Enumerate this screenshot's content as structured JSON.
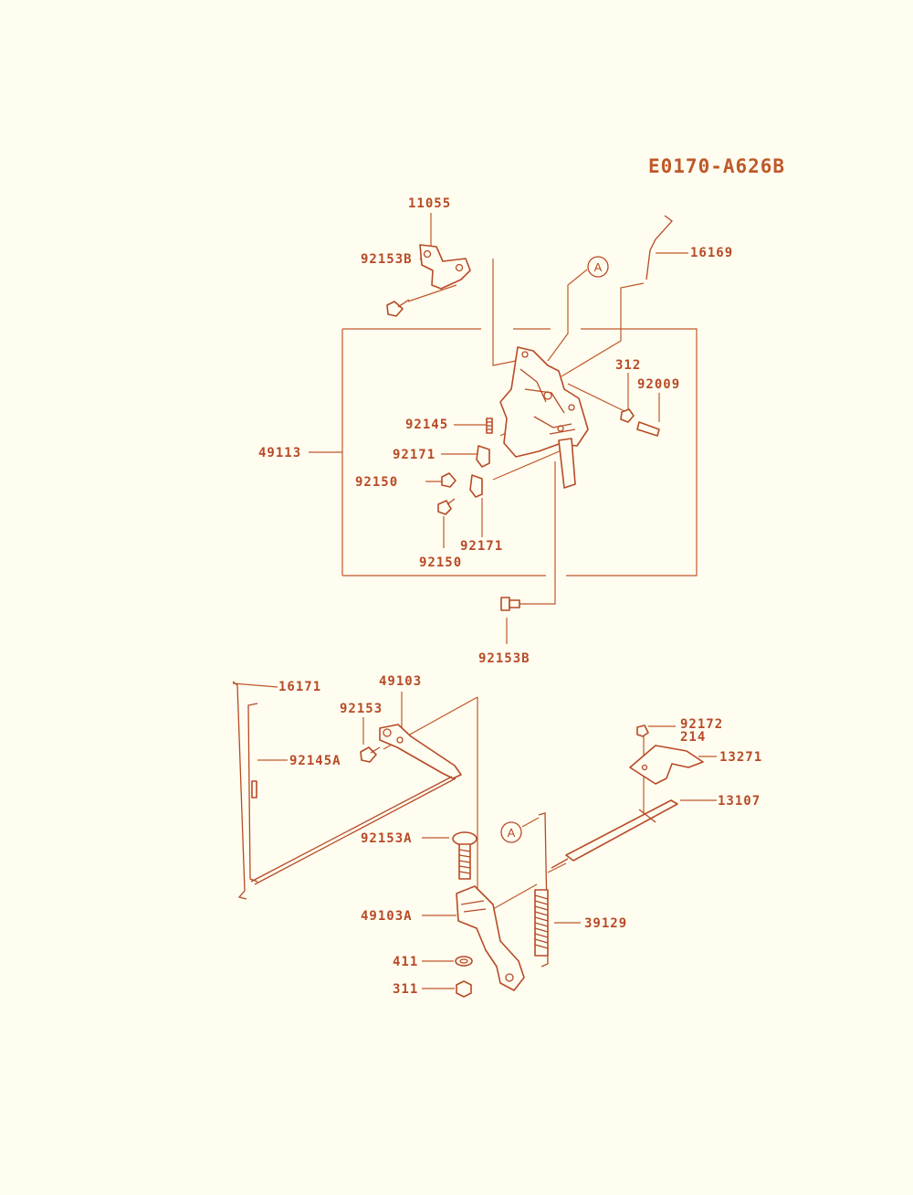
{
  "diagram_code": "E0170-A626B",
  "part_labels": {
    "p11055": "11055",
    "p92153B_top": "92153B",
    "p16169": "16169",
    "p312": "312",
    "p92009": "92009",
    "p92145": "92145",
    "p49113": "49113",
    "p92171_a": "92171",
    "p92150_a": "92150",
    "p92171_b": "92171",
    "p92150_b": "92150",
    "p92153B_bot": "92153B",
    "p16171": "16171",
    "p49103": "49103",
    "p92153": "92153",
    "p92145A": "92145A",
    "p92172": "92172",
    "p214": "214",
    "p13271": "13271",
    "p13107": "13107",
    "p92153A": "92153A",
    "p49103A": "49103A",
    "p39129": "39129",
    "p411": "411",
    "p311": "311"
  },
  "ref_markers": {
    "top": "A",
    "bottom": "A"
  },
  "colors": {
    "line": "#c0582a",
    "background": "#fefdf0"
  }
}
